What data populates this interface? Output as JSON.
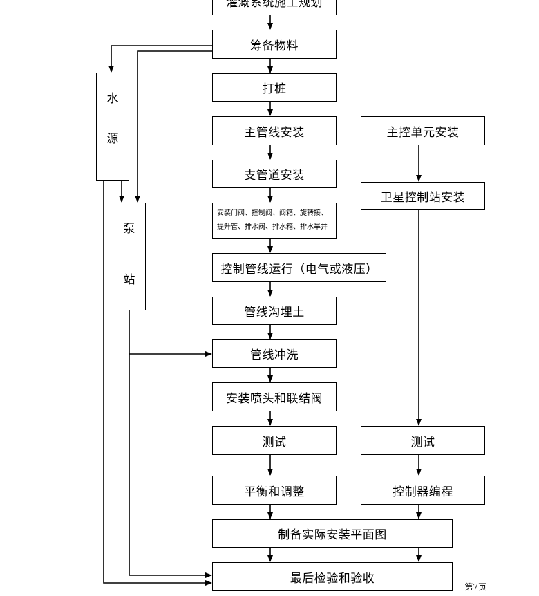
{
  "main_steps": [
    "灌溉系统施工规划",
    "筹备物料",
    "打桩",
    "主管线安装",
    "支管道安装",
    "安装门阀、控制阀、阀箱、旋转接、提升管、排水阀、排水箱、排水旱井",
    "控制管线运行（电气或液压）",
    "管线沟埋土",
    "管线冲洗",
    "安装喷头和联结阀",
    "测试",
    "平衡和调整",
    "制备实际安装平面图",
    "最后检验和验收"
  ],
  "control_steps": [
    "主控单元安装",
    "卫星控制站安装",
    "测试",
    "控制器编程"
  ],
  "water_source": [
    "水",
    "源"
  ],
  "pump_station": [
    "泵",
    "站"
  ],
  "page_number": "第7页"
}
